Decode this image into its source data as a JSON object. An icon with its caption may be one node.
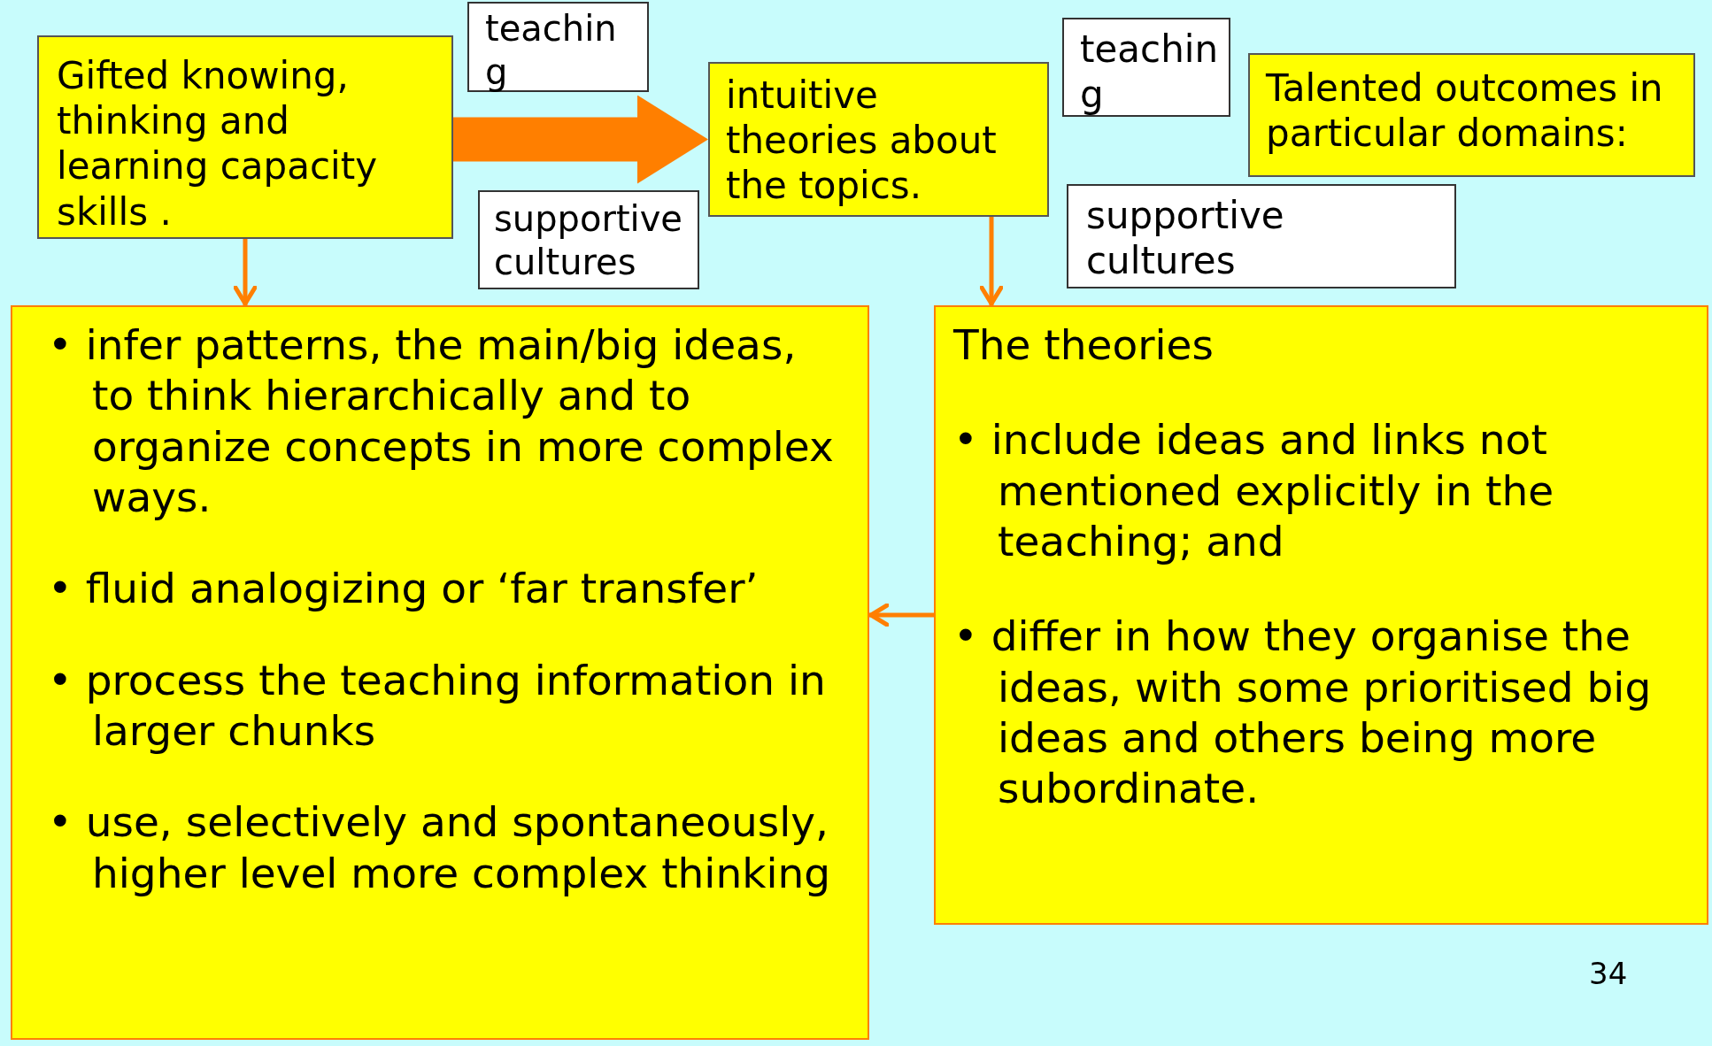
{
  "diagram": {
    "nodes": [
      {
        "text": [
          "Gifted knowing, thinking and learning capacity skills ."
        ]
      },
      {
        "text": [
          "teachin g"
        ]
      },
      {
        "text": [
          "supportive cultures"
        ]
      },
      {
        "text": [
          "intuitive theories about the topics."
        ]
      },
      {
        "text": [
          "teachin g"
        ]
      },
      {
        "text": [
          "Talented outcomes in particular domains:"
        ]
      },
      {
        "text": [
          "supportive cultures"
        ]
      },
      {
        "text": [
          "• infer patterns, the main/big ideas, to think hierarchically and to organize concepts in more complex ways.",
          "• fluid analogizing or ‘far transfer’",
          "• process the teaching information in larger chunks",
          "• use, selectively and spontaneously,  higher level more complex thinking"
        ]
      },
      {
        "text": [
          "The theories",
          "• include ideas and links not mentioned explicitly in the teaching; and",
          "• differ in how they organise the ideas, with some prioritised big ideas and others being more subordinate."
        ]
      }
    ],
    "edges": [
      {
        "from": 0,
        "to": 3,
        "arrow": "to",
        "style": "thick"
      },
      {
        "from": 0,
        "to": 7,
        "arrow": "to"
      },
      {
        "from": 3,
        "to": 8,
        "arrow": "to"
      },
      {
        "from": 8,
        "to": 7,
        "arrow": "to"
      }
    ],
    "labels": [
      "34"
    ]
  }
}
